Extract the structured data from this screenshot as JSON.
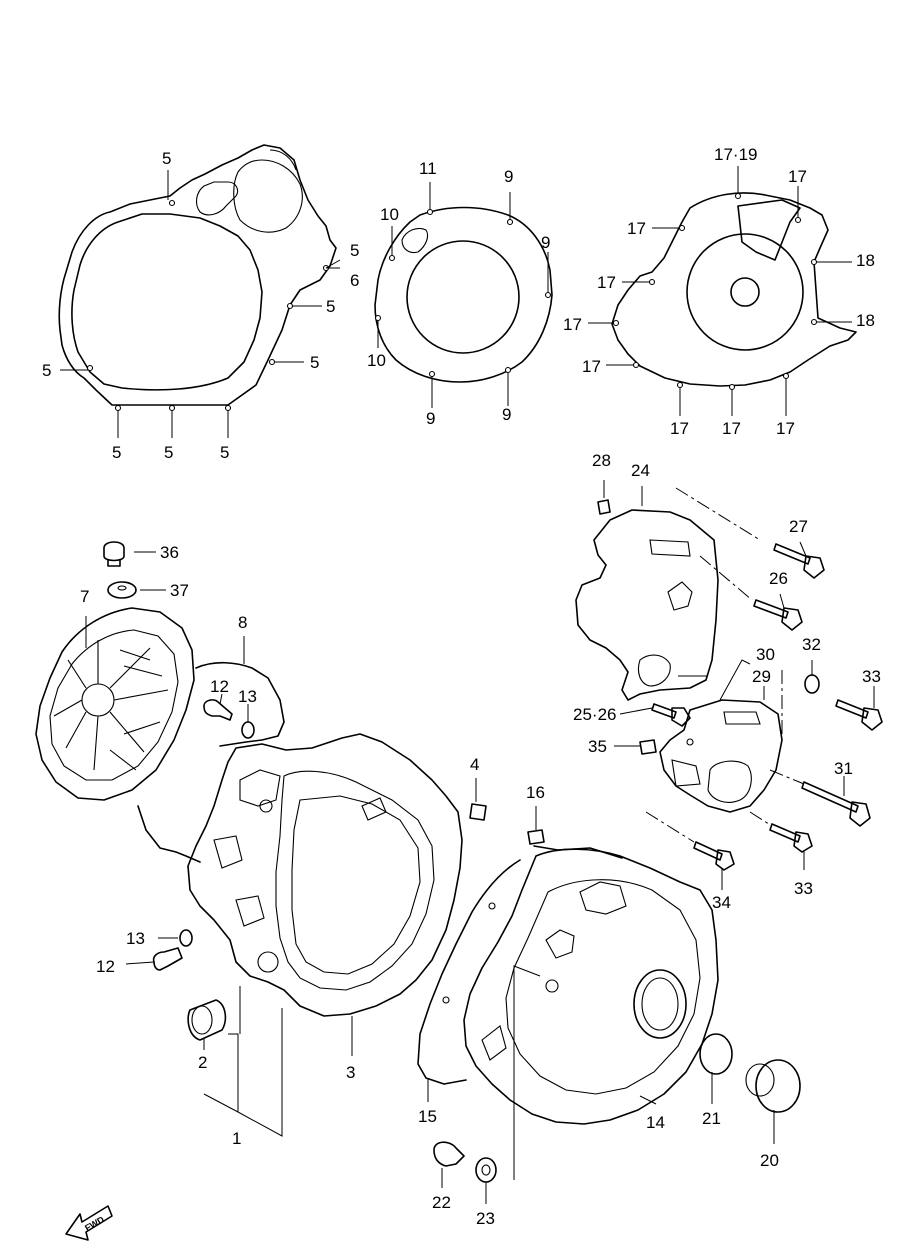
{
  "fwd_label": "FWD",
  "callouts": [
    {
      "id": "c5a",
      "text": "5"
    },
    {
      "id": "c5b",
      "text": "5"
    },
    {
      "id": "c6",
      "text": "6"
    },
    {
      "id": "c5c",
      "text": "5"
    },
    {
      "id": "c5d",
      "text": "5"
    },
    {
      "id": "c5e",
      "text": "5"
    },
    {
      "id": "c5f",
      "text": "5"
    },
    {
      "id": "c5g",
      "text": "5"
    },
    {
      "id": "c5h",
      "text": "5"
    },
    {
      "id": "c11",
      "text": "11"
    },
    {
      "id": "c9a",
      "text": "9"
    },
    {
      "id": "c10a",
      "text": "10"
    },
    {
      "id": "c9b",
      "text": "9"
    },
    {
      "id": "c10b",
      "text": "10"
    },
    {
      "id": "c9c",
      "text": "9"
    },
    {
      "id": "c9d",
      "text": "9"
    },
    {
      "id": "c17-19",
      "text": "17·19"
    },
    {
      "id": "c17a",
      "text": "17"
    },
    {
      "id": "c17b",
      "text": "17"
    },
    {
      "id": "c18a",
      "text": "18"
    },
    {
      "id": "c17c",
      "text": "17"
    },
    {
      "id": "c17d",
      "text": "17"
    },
    {
      "id": "c18b",
      "text": "18"
    },
    {
      "id": "c17e",
      "text": "17"
    },
    {
      "id": "c17f",
      "text": "17"
    },
    {
      "id": "c17g",
      "text": "17"
    },
    {
      "id": "c17h",
      "text": "17"
    },
    {
      "id": "c28",
      "text": "28"
    },
    {
      "id": "c24",
      "text": "24"
    },
    {
      "id": "c27",
      "text": "27"
    },
    {
      "id": "c26",
      "text": "26"
    },
    {
      "id": "c30",
      "text": "30"
    },
    {
      "id": "c32",
      "text": "32"
    },
    {
      "id": "c29",
      "text": "29"
    },
    {
      "id": "c33a",
      "text": "33"
    },
    {
      "id": "c25-26",
      "text": "25·26"
    },
    {
      "id": "c35",
      "text": "35"
    },
    {
      "id": "c31",
      "text": "31"
    },
    {
      "id": "c33b",
      "text": "33"
    },
    {
      "id": "c34",
      "text": "34"
    },
    {
      "id": "c36",
      "text": "36"
    },
    {
      "id": "c37",
      "text": "37"
    },
    {
      "id": "c7",
      "text": "7"
    },
    {
      "id": "c8",
      "text": "8"
    },
    {
      "id": "c12a",
      "text": "12"
    },
    {
      "id": "c13a",
      "text": "13"
    },
    {
      "id": "c4",
      "text": "4"
    },
    {
      "id": "c16",
      "text": "16"
    },
    {
      "id": "c13b",
      "text": "13"
    },
    {
      "id": "c12b",
      "text": "12"
    },
    {
      "id": "c2",
      "text": "2"
    },
    {
      "id": "c3",
      "text": "3"
    },
    {
      "id": "c1",
      "text": "1"
    },
    {
      "id": "c15",
      "text": "15"
    },
    {
      "id": "c14",
      "text": "14"
    },
    {
      "id": "c21",
      "text": "21"
    },
    {
      "id": "c20",
      "text": "20"
    },
    {
      "id": "c22",
      "text": "22"
    },
    {
      "id": "c23",
      "text": "23"
    }
  ]
}
